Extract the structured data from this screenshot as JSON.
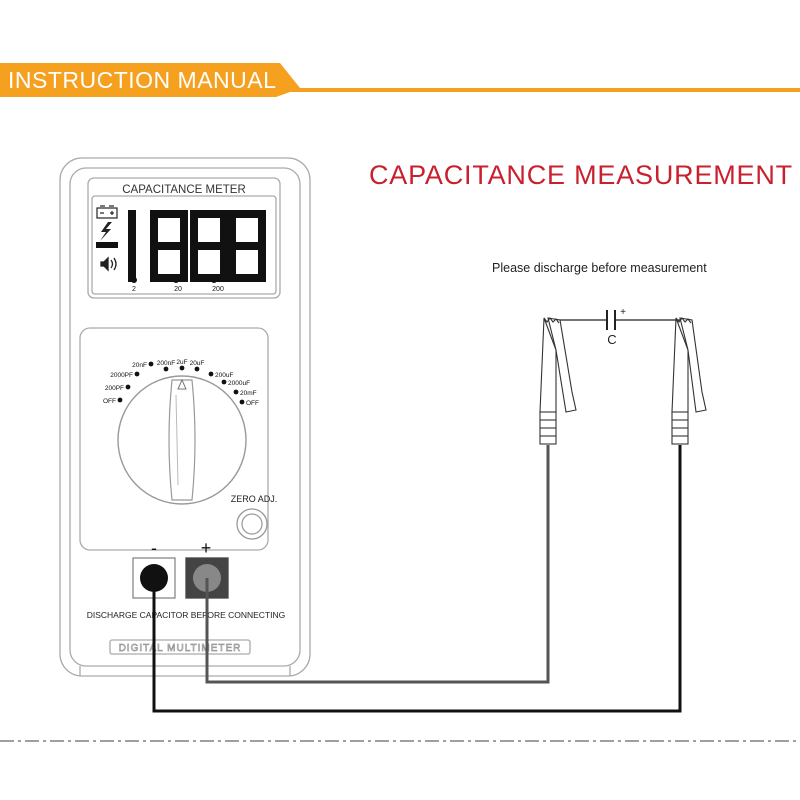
{
  "banner": {
    "title": "INSTRUCTION MANUAL"
  },
  "diagram": {
    "title": "CAPACITANCE MEASUREMENT",
    "note": "Please discharge before measurement",
    "capacitor_label": "C",
    "capacitor_polarity": "+"
  },
  "meter": {
    "top_label": "CAPACITANCE METER",
    "display_reading": "-1888",
    "decimal_labels": [
      "2",
      "20",
      "200"
    ],
    "dial_ranges": [
      "OFF",
      "200PF",
      "2000PF",
      "20nF",
      "200nF",
      "2uF",
      "20uF",
      "200uF",
      "2000uF",
      "20mF",
      "OFF"
    ],
    "zero_adj_label": "ZERO ADJ.",
    "negative_terminal": "-",
    "positive_terminal": "+",
    "warning_text": "DISCHARGE CAPACITOR BEFORE CONNECTING",
    "brand_text": "DIGITAL MULTIMETER"
  },
  "colors": {
    "banner": "#f5a01e",
    "title": "#c8202e",
    "meter_outline": "#aaaaaa",
    "lead_dark": "#111111",
    "lead_gray": "#555555"
  }
}
